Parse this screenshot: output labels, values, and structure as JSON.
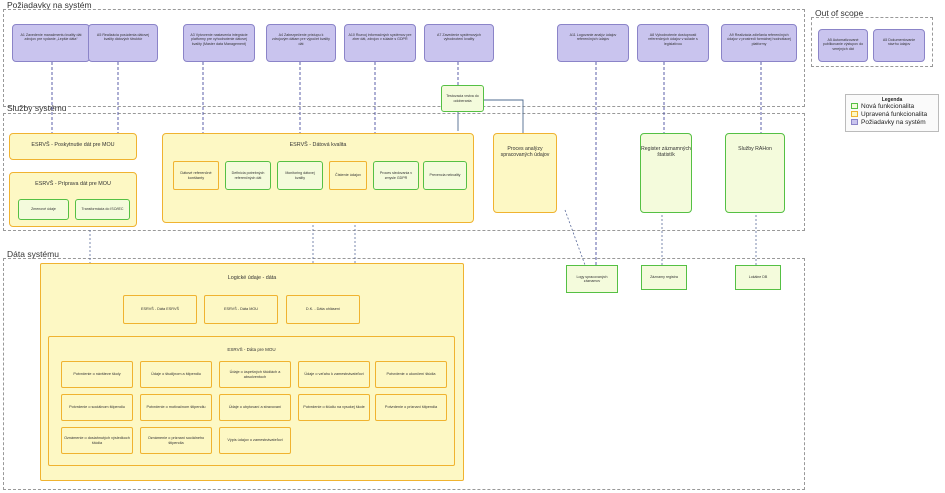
{
  "sections": {
    "requirements": "Požiadavky na systém",
    "out_of_scope": "Out of scope",
    "services": "Služby systému",
    "data": "Dáta systému"
  },
  "requirements": [
    "A1 Zavedenie manažmentu kvality dát\nzdrojov pre vydanie „Lepšie dáta“",
    "A5 Realizácia posúdenia dátovej\nkvality dátových štruktúr",
    "A3 Vytvorenie nastavenia integrácie\nplatformy pre vyhodnotenie dátovej\nkvality (Master data Management)",
    "A4 Zabezpečenie prístupu k\nzdrojovým dátam pre výpočet\nkvality dát",
    "A10 Rozvoj informačných systémov\npre zber dát, zdrojov v súlade\ns GDPR",
    "A7 Zavedenie systémových\nvyhodnotení kvality",
    "A11 Logovanie analýz údajov\nreferenčných údajov",
    "A8 Vyhodnotenie dostupnosti\nreferenčných údajov v\nsúlade s legislatívou",
    "A9 Realizácia zdieľania\nreferenčných údajov v prostredí\nformálnej hodnotiacej platformy"
  ],
  "out_of_scope": [
    "A5 Automatizované\npublikovanie\nvýstupov do\nverejných dát",
    "A5 Dokumentovanie\nnávrhu údajov"
  ],
  "connector_box": "Testovacia\nvrstva do\nodoberania",
  "services": {
    "moj": "ESRVŠ - Poskytnutie dát pre MOU",
    "prep": "ESRVŠ - Príprava dát pre MOU",
    "prep_items": [
      "Zmenové údaje",
      "Transformácia do ISO/IEC"
    ],
    "quality": "ESRVŠ - Dátová kvalita",
    "quality_items": [
      "Dátové referenčné\nkonštanty",
      "Definícia potrebných\nreferenčných dát",
      "Monitoring dátovej\nkvality",
      "Čistenie údajov",
      "Proces sledovania\nv zmysle GDPR",
      "Prevencia\nnekvality"
    ],
    "analysis": "Proces analýzy spracovaných údajov",
    "registry": "Register záznamných\nštatistík",
    "rah": "Služby RAHon"
  },
  "data_side": {
    "log": "Logy spracovaných\nzáznamov",
    "registry": "Záznamy registra",
    "rah": "Lokálne DB"
  },
  "data_main": {
    "title": "Logické údaje - dáta",
    "top_boxes": [
      "ESRVŠ - Dáta ESRVŠ",
      "ESRVŠ - Dáta MOU",
      "D.K. - Dáta ohlásení"
    ],
    "inner_title": "ESRVŠ - Dáta pre MOU",
    "rows": [
      [
        "Potvrdenie o návšteve školy",
        "Údaje o študijnom a štipendiu",
        "Údaje o úspešných štúdiách\na absolventoch",
        "Údaje o vzťahu k zamestnávateľovi",
        "Potvrdenie o ukončení štúdia"
      ],
      [
        "Potvrdenie o sociálnom štipendiu",
        "Potvrdenie o motivačnom štipendiu",
        "Údaje o ubytovaní a\nstravovaní",
        "Potvrdenie o štúdiu na\nvysokej škole",
        "Potvrdenie o priznaní\nštipendia"
      ],
      [
        "Oznámenie o dosiahnutých\nvýsledkoch štúdia",
        "Oznámenie o priznaní\nsociálneho štipendia",
        "Výpis údajov o\nzamestnávateľovi",
        "",
        ""
      ]
    ]
  },
  "legend": {
    "title": "Legenda",
    "items": [
      {
        "label": "Nová funkcionalita",
        "color": "#55c044"
      },
      {
        "label": "Upravená funkcionalita",
        "color": "#f0b330"
      },
      {
        "label": "Požiadavky na systém",
        "color": "#8b84c8"
      }
    ]
  }
}
